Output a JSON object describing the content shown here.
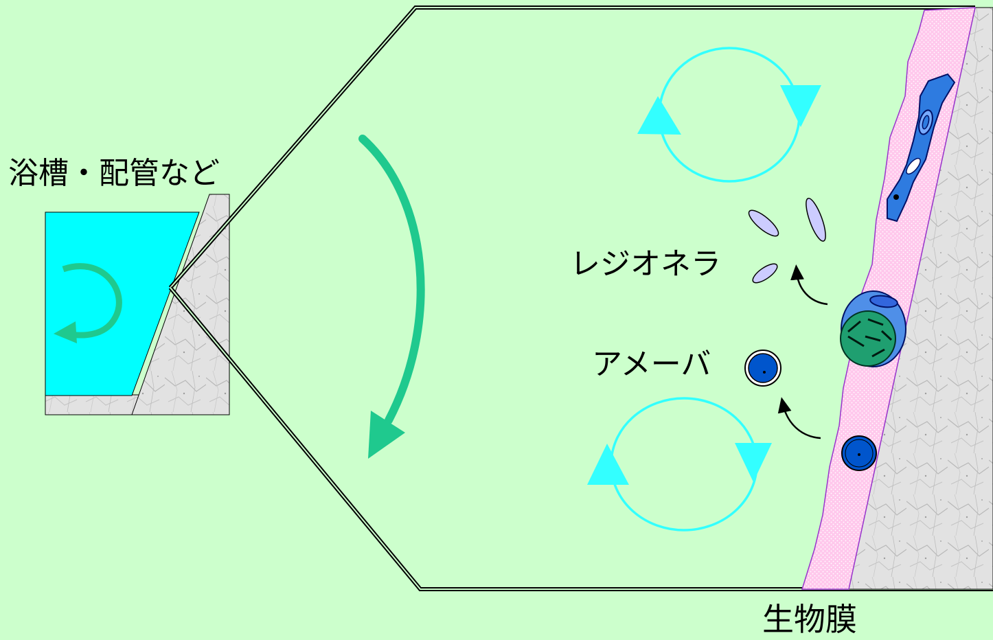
{
  "labels": {
    "source": "浴槽・配管など",
    "legionella": "レジオネラ",
    "amoeba": "アメーバ",
    "biofilm": "生物膜"
  },
  "colors": {
    "background": "#ccffcc",
    "water": "#00ffff",
    "flow_arrow": "#1fc98e",
    "circulation": "#33ffff",
    "biofilm": "#ffccee",
    "biofilm_edge": "#9933cc",
    "amoeba_fill": "#0055cc",
    "legionella_fill": "#ccccff",
    "cyst_green": "#229966",
    "rock": "#d8d8d8"
  },
  "icons": [
    "swirl-arrow-icon",
    "flow-arrow-icon",
    "circulation-icon",
    "legionella-icon",
    "amoeba-icon",
    "cyst-icon"
  ]
}
